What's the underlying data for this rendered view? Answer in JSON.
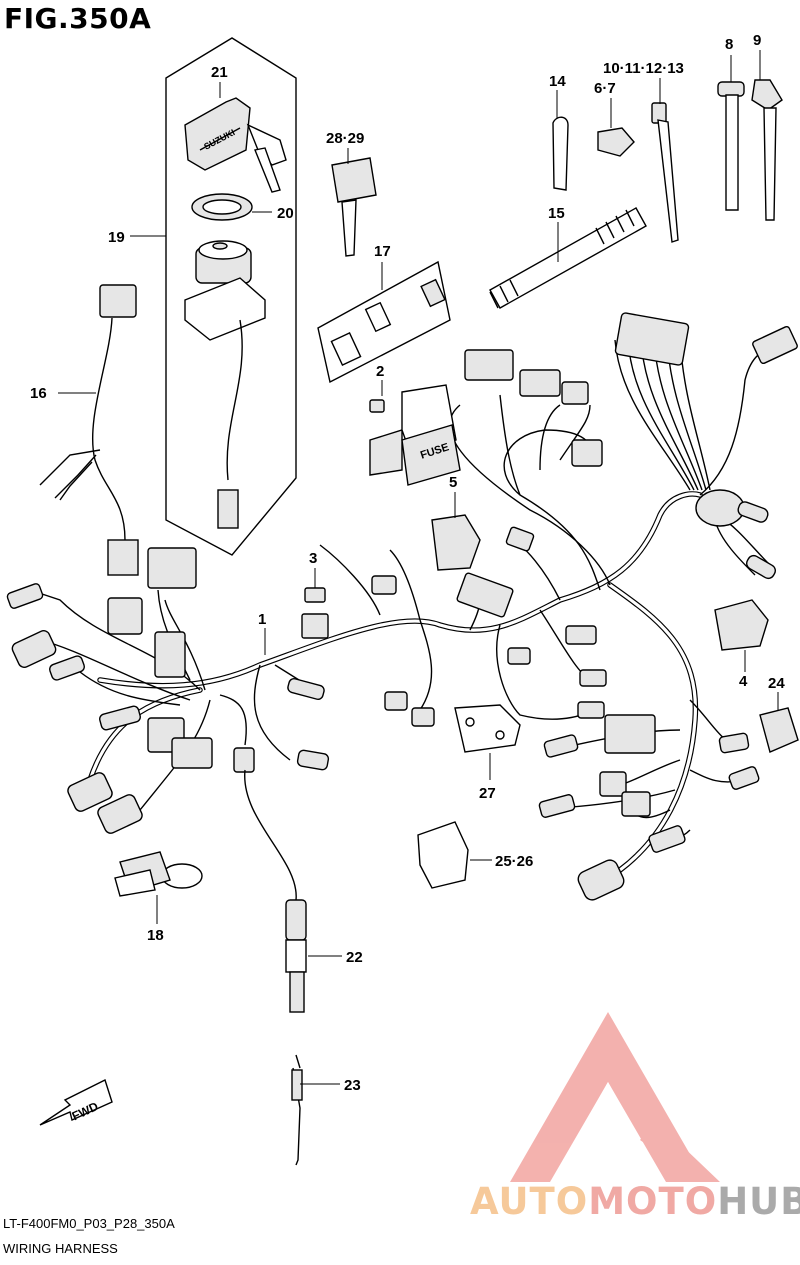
{
  "figure_title": "FIG.350A",
  "footer": {
    "code": "LT-F400FM0_P03_P28_350A",
    "name": "WIRING HARNESS"
  },
  "fwd_label": "FWD",
  "fuse_label": "FUSE",
  "key_brand": "SUZUKI",
  "watermark": {
    "part1": "AUTO",
    "part2": "MOTO",
    "part3": "HUB",
    "colors": {
      "auto": "#f6c99a",
      "moto": "#f0a9a4",
      "hub": "#aaaaaa"
    }
  },
  "callouts": {
    "c1": "1",
    "c2": "2",
    "c3": "3",
    "c4": "4",
    "c5": "5",
    "c6_7": "6·7",
    "c8": "8",
    "c9": "9",
    "c10_13": "10·11·12·13",
    "c14": "14",
    "c15": "15",
    "c16": "16",
    "c17": "17",
    "c18": "18",
    "c19": "19",
    "c20": "20",
    "c21": "21",
    "c22": "22",
    "c23": "23",
    "c24": "24",
    "c25_26": "25·26",
    "c27": "27",
    "c28_29": "28·29"
  }
}
